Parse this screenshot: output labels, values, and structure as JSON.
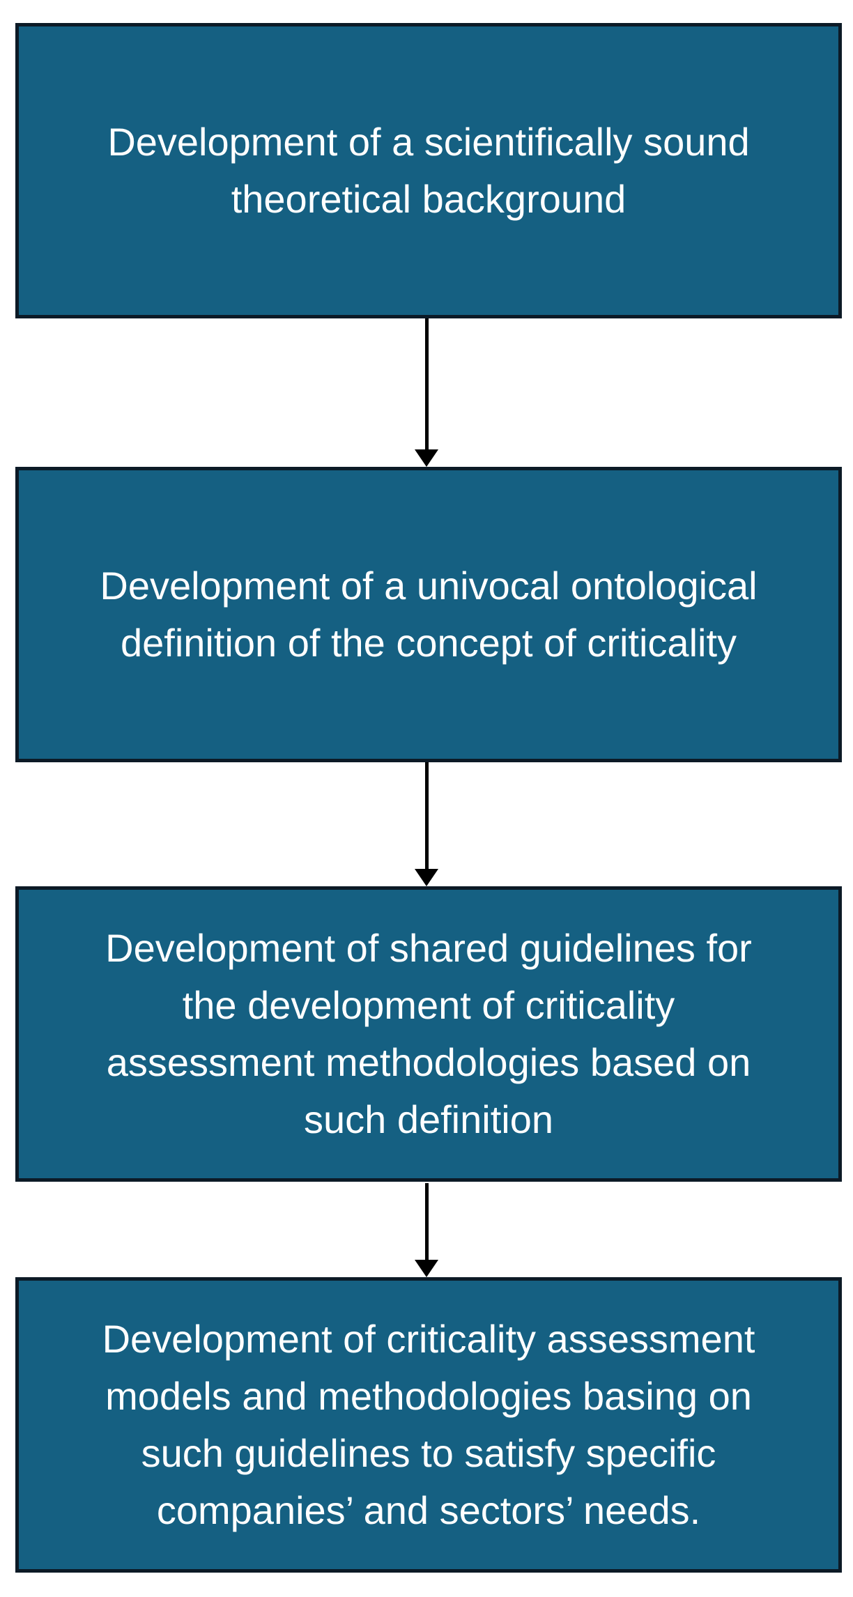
{
  "diagram": {
    "type": "flowchart",
    "direction": "top-down",
    "background_color": "#ffffff",
    "box_fill_color": "#156082",
    "box_border_color": "#0c1a26",
    "arrow_color": "#000000",
    "text_color": "#ffffff",
    "steps": [
      {
        "index": 1,
        "label": "Development of a scientifically sound theoretical background",
        "label_lines": "Development of a scientifically sound\ntheoretical background"
      },
      {
        "index": 2,
        "label": "Development of a univocal ontological definition of the concept of criticality",
        "label_lines": "Development of a univocal ontological\ndefinition of the concept of criticality"
      },
      {
        "index": 3,
        "label": "Development of shared guidelines for the development of criticality assessment methodologies based on such definition",
        "label_lines": "Development of shared guidelines for\nthe development of criticality\nassessment methodologies based on\nsuch definition"
      },
      {
        "index": 4,
        "label": "Development of criticality assessment models and methodologies basing on such guidelines to satisfy specific companies’ and sectors’ needs.",
        "label_lines": "Development of criticality assessment\nmodels and methodologies basing on\nsuch guidelines to satisfy specific\ncompanies’ and sectors’ needs."
      }
    ]
  }
}
